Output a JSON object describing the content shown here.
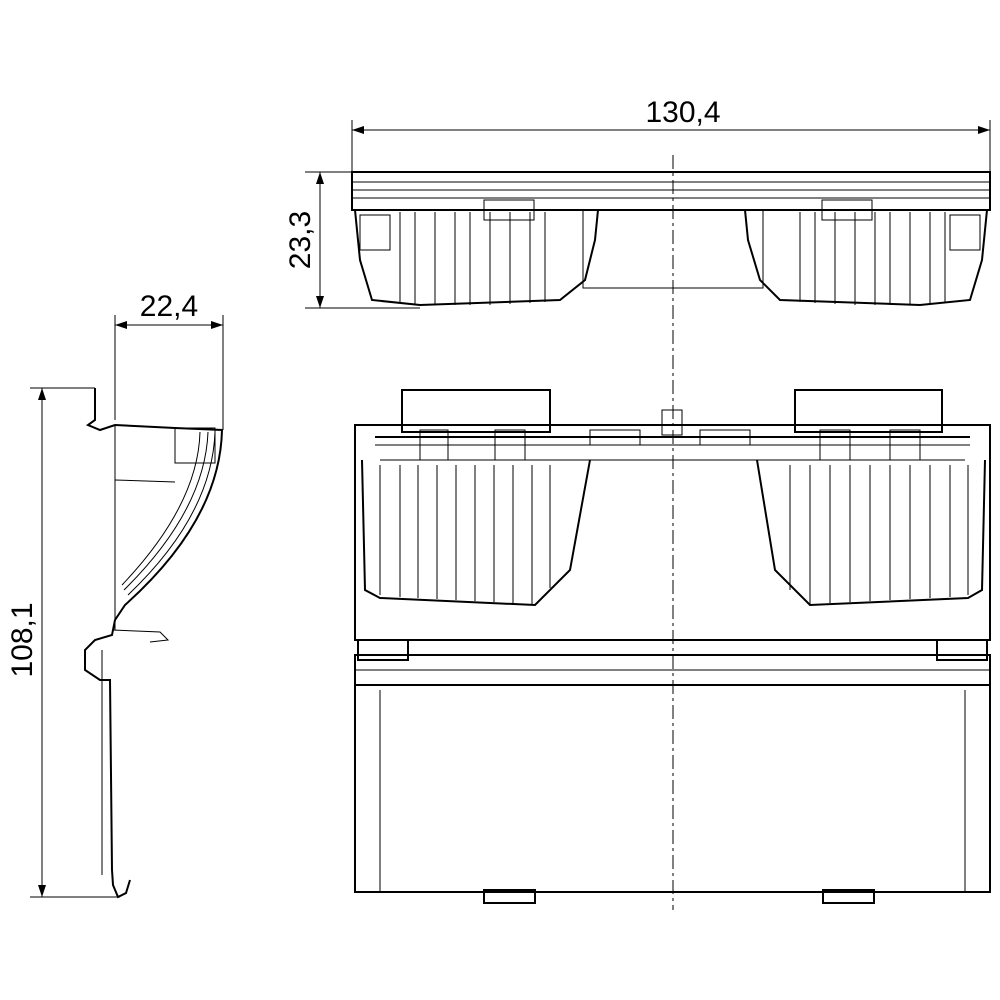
{
  "drawing": {
    "dimensions": {
      "width_top": "130,4",
      "height_top": "23,3",
      "depth_side": "22,4",
      "height_side": "108,1"
    },
    "line_color": "#000000",
    "background": "#ffffff"
  }
}
